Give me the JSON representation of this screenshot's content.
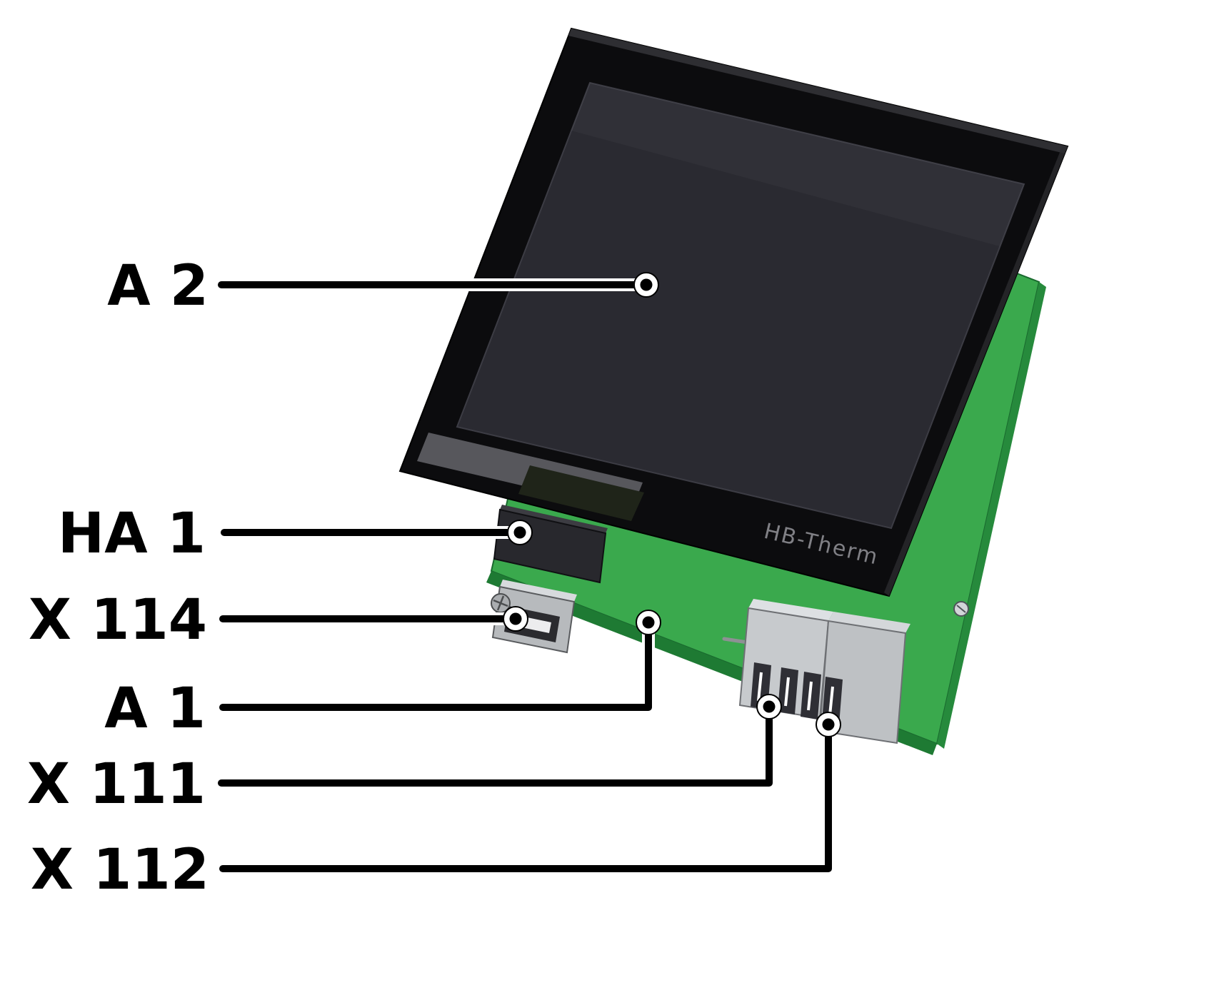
{
  "diagram": {
    "type": "hardware-callout-diagram",
    "labels": [
      {
        "id": "A2",
        "text": "A 2"
      },
      {
        "id": "HA1",
        "text": "HA 1"
      },
      {
        "id": "X114",
        "text": "X 114"
      },
      {
        "id": "A1",
        "text": "A 1"
      },
      {
        "id": "X111",
        "text": "X 111"
      },
      {
        "id": "X112",
        "text": "X 112"
      }
    ],
    "device": {
      "brand": "HB-Therm"
    },
    "colors": {
      "pcb_green": "#3aa94d",
      "pcb_green_dark": "#1e7a33",
      "bezel_black": "#0c0c0e",
      "screen_dark": "#2a2a31",
      "connector_gray": "#c7cacd",
      "connector_gray2": "#bec1c4",
      "label_color": "#000000",
      "leader_color": "#000000"
    }
  }
}
